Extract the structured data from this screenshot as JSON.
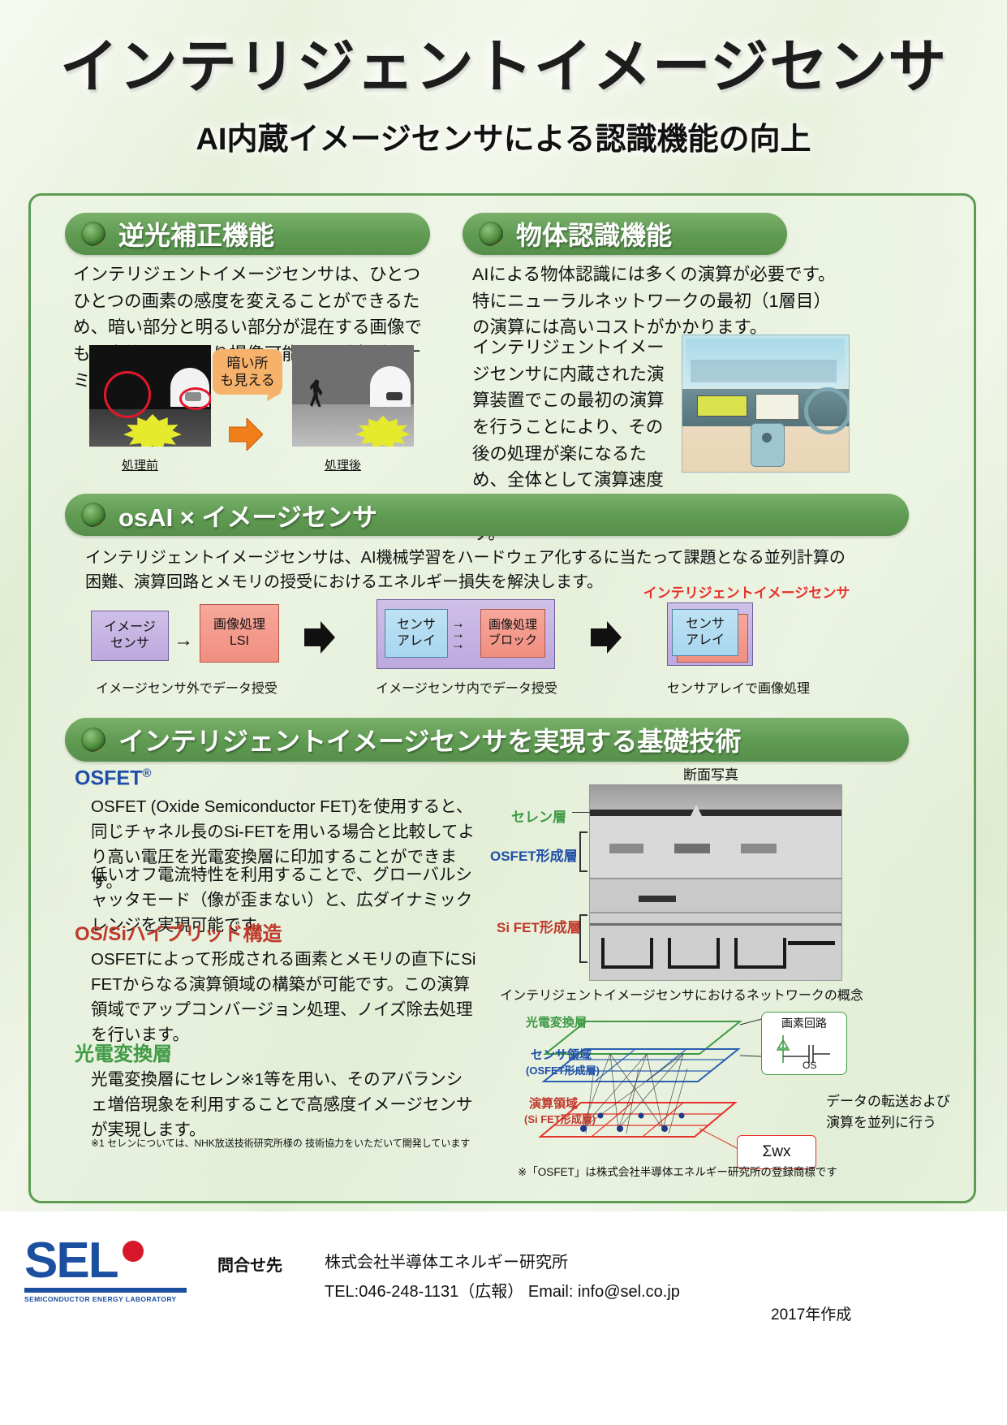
{
  "poster": {
    "title": "インテリジェントイメージセンサ",
    "subtitle": "AI内蔵イメージセンサによる認識機能の向上"
  },
  "section1": {
    "heading": "逆光補正機能",
    "paragraph": "インテリジェントイメージセンサは、ひとつひとつの画素の感度を変えることができるため、暗い部分と明るい部分が混在する画像でも、全体をはっきり撮像可能です（広ダイナミックレンジ）。",
    "bubble": "暗い所\nも見える",
    "caption_before": "処理前",
    "caption_after": "処理後"
  },
  "section2": {
    "heading": "物体認識機能",
    "paragraph1": "AIによる物体認識には多くの演算が必要です。特にニューラルネットワークの最初（1層目）の演算には高いコストがかかります。",
    "paragraph2": "インテリジェントイメージセンサに内蔵された演算装置でこの最初の演算を行うことにより、その後の処理が楽になるため、全体として演算速度が向上すると期待されます。"
  },
  "section3": {
    "heading": "osAI × イメージセンサ",
    "paragraph": "インテリジェントイメージセンサは、AI機械学習をハードウェア化するに当たって課題となる並列計算の困難、演算回路とメモリの授受におけるエネルギー損失を解決します。",
    "red_label": "インテリジェントイメージセンサ",
    "flow": [
      {
        "boxes": [
          {
            "label": "イメージ\nセンサ",
            "color": "purple"
          },
          {
            "label": "画像処理\nLSI",
            "color": "pink"
          }
        ],
        "caption": "イメージセンサ外でデータ授受"
      },
      {
        "boxes": [
          {
            "label": "センサ\nアレイ",
            "color": "blue"
          },
          {
            "label": "画像処理\nブロック",
            "color": "pink"
          }
        ],
        "caption": "イメージセンサ内でデータ授受"
      },
      {
        "boxes": [
          {
            "label": "センサ\nアレイ",
            "color": "blue"
          }
        ],
        "caption": "センサアレイで画像処理"
      }
    ]
  },
  "section4": {
    "heading": "インテリジェントイメージセンサを実現する基礎技術",
    "topics": [
      {
        "title": "OSFET",
        "title_sup": "®",
        "title_color": "#1f4fa8",
        "paragraphs": [
          "OSFET (Oxide Semiconductor FET)を使用すると、同じチャネル長のSi-FETを用いる場合と比較してより高い電圧を光電変換層に印加することができます。",
          "低いオフ電流特性を利用することで、グローバルシャッタモード（像が歪まない）と、広ダイナミックレンジを実現可能です。"
        ]
      },
      {
        "title": "OS/Siハイブリッド構造",
        "title_sup": "",
        "title_color": "#c0392b",
        "paragraphs": [
          "OSFETによって形成される画素とメモリの直下にSi FETからなる演算領域の構築が可能です。この演算領域でアップコンバージョン処理、ノイズ除去処理を行います。"
        ]
      },
      {
        "title": "光電変換層",
        "title_sup": "",
        "title_color": "#3f9a45",
        "paragraphs": [
          "光電変換層にセレン※1等を用い、そのアバランシェ増倍現象を利用することで高感度イメージセンサが実現します。"
        ]
      }
    ],
    "footnote": "※1 セレンについては、NHK放送技術研究所様の 技術協力をいただいて開発しています",
    "cross_section": {
      "caption": "断面写真",
      "labels": [
        {
          "text": "セレン層",
          "color": "#3f9a45"
        },
        {
          "text": "OSFET形成層",
          "color": "#1f4fa8"
        },
        {
          "text": "Si FET形成層",
          "color": "#e8302a"
        }
      ]
    },
    "network": {
      "caption": "インテリジェントイメージセンサにおけるネットワークの概念",
      "labels": [
        {
          "text": "光電変換層",
          "color": "#3f9a45"
        },
        {
          "text": "センサ領域",
          "color": "#1f4fa8"
        },
        {
          "text": "(OSFET形成層)",
          "color": "#1f4fa8"
        },
        {
          "text": "演算領域",
          "color": "#e8302a"
        },
        {
          "text": "(Si FET形成層)",
          "color": "#e8302a"
        }
      ],
      "pixel_box_title": "画素回路",
      "pixel_box_sub": "OS",
      "sum_box": "Σwx",
      "side_note": "データの転送および\n演算を並列に行う"
    },
    "trademark": "※「OSFET」は株式会社半導体エネルギー研究所の登録商標です"
  },
  "footer": {
    "logo_text": "SEL",
    "logo_caption": "SEMICONDUCTOR ENERGY LABORATORY",
    "contact_label": "問合せ先",
    "company": "株式会社半導体エネルギー研究所",
    "tel_email": "TEL:046-248-1131（広報）  Email: info@sel.co.jp",
    "year": "2017年作成"
  }
}
